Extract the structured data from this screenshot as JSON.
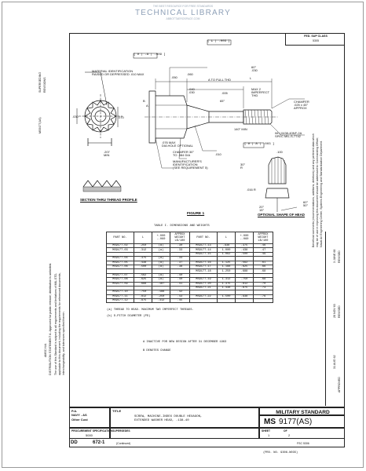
{
  "header": {
    "subtitle": "THE BEST RESOURCE FOR FREE STANDARDS",
    "title": "TECHNICAL LIBRARY",
    "url": "ABBOTTAEROSPACE.COM"
  },
  "fsc": {
    "label": "FED. SUP CLASS",
    "value": "5305"
  },
  "notes_left": {
    "spec1": "SUPERSEDING",
    "spec2": "MS9177(AS)",
    "spec3": "AMSC N/A",
    "spec4": "REVISIONS",
    "dist": "DISTRIBUTION STATEMENT A.  Approved for public release; distribution is unlimited.",
    "liability1": "The use of this Standard is subject to all requirements and limitations of MIL-STD-",
    "liability2": "applicable to this document, including the requirements for referenced documents,",
    "liability3": "interchangeability, and tolerances specified therein."
  },
  "notes_right": {
    "n1": "Beneficial comments (recommendations, additions, deletions) and any pertinent data which",
    "n2": "may be of use in improving this document should be addressed to: Commanding Officer,",
    "n3": "Naval Air Engineering Center, Systems Engineering and Standardization Department."
  },
  "drawing": {
    "tol_top": "[ ⊥ | .003 ]",
    "tol_mid": "[ ⊘ | .A | .009 ]",
    "tol_right": "[ ⊘ | A | .003 ]",
    "material_note": "MATERIAL IDENTIFICATION",
    "material_note2": "RAISED OR DEPRESSED .010 MAX",
    "d_dia": ".030",
    "d_hex": ".070",
    "d_b": "B",
    "d_a": "A",
    "d_050": ".050",
    "d_060": ".060",
    "d_aft": "A TO FULL THD",
    "d_l": "L",
    "d_040": ".040",
    "d_030": ".030",
    "d_005": ".005",
    "d_max2": "MAX 2",
    "d_imperfect": "IMPERFECT",
    "d_thd": "THD",
    "d_chamfer": "CHAMFER",
    "d_chamfer2": ".025 x 45°",
    "d_approx": "APPROX",
    "d_140": "140° MIN",
    "d_angle_top": "60°",
    "d_angle_60": "60°",
    "d_angle_65": "65°",
    "d_drill": ".076 MAX",
    "d_drill2": "DIA HOLE OPTIONAL",
    "d_chamfer3": "CHAMFER 30°",
    "d_chamfer4": "TO .084 DIA",
    "d_mfr1": "MANUFACTURER'S",
    "d_mfr2": "IDENTIFICATION",
    "d_mfr3": "(SEE REQUIREMENT 5)",
    "d_thread1": "08 (.0438-40NF-2A",
    "d_thread2": "SPEC MIL-S-7742",
    "d_207": ".207",
    "d_min": "MIN",
    "d_010": ".010",
    "d_30": "30°",
    "d_r": "R",
    "d_head1": ".100",
    "d_head2": ".016 R",
    "d_head3": "60°",
    "d_head4": "50°",
    "d_head5": "20°",
    "d_head6": "15°",
    "section_label": "SECTION THRU THREAD PROFILE",
    "optional_label": "OPTIONAL SHAPE OF HEAD",
    "figure_label": "FIGURE 1"
  },
  "table": {
    "caption": "TABLE I.  DIMENSIONS AND WEIGHTS",
    "headers": [
      "PART NO.",
      "L",
      "+.000\n-.060",
      "APPROX\nWEIGHT\nLB/100",
      "PART NO.",
      "L",
      "+.000\n-.060",
      "APPROX\nWEIGHT\nLB/100"
    ],
    "rows": [
      [
        "MS9177-02",
        ".250",
        "(a)",
        ".30",
        "MS9177-13",
        ".938",
        ".375",
        ".46"
      ],
      [
        "MS9177-03",
        ".312",
        "(a)",
        ".33",
        "MS9177-14",
        "1.000",
        ".438",
        ".47"
      ],
      [
        "",
        "",
        "",
        "",
        "MS9177-15",
        "1.062",
        ".500",
        ".49"
      ],
      [
        "MS9177-04",
        ".375",
        "(a)",
        ".34",
        "",
        "",
        "",
        ""
      ],
      [
        "MS9177-05",
        ".438",
        "(a)",
        ".37",
        "MS9177-16",
        "1.125",
        ".562",
        ".61"
      ],
      [
        "MS9177-06",
        ".500",
        "(a)",
        ".38",
        "MS9177-17",
        "1.188",
        ".625",
        ".66"
      ],
      [
        "",
        "",
        "",
        "",
        "MS9177-18",
        "1.250",
        ".688",
        ".68"
      ],
      [
        "MS9177-07",
        ".562",
        "(a)",
        ".40",
        "",
        "",
        "",
        ""
      ],
      [
        "MS9177-08",
        ".625",
        "(a)",
        ".40",
        "MS9177-19",
        "1.312",
        ".750",
        ".68"
      ],
      [
        "MS9177-09",
        ".688",
        ".187",
        ".41",
        "MS9177-20",
        "1.375",
        ".812",
        ".70"
      ],
      [
        "",
        "",
        "",
        "",
        "MS9177-21",
        "1.438",
        ".875",
        ".73"
      ],
      [
        "MS9177-10",
        ".750",
        ".188",
        ".42",
        "",
        "",
        "",
        ""
      ],
      [
        "MS9177-11",
        ".812",
        ".250",
        ".43",
        "MS9177-22",
        "1.500",
        ".938",
        ".76"
      ],
      [
        "MS9177-12",
        ".875",
        ".312",
        ".45",
        "",
        "",
        "",
        ""
      ]
    ],
    "note_a": "(a)  THREAD TO HEAD.  MAXIMUM TWO IMPERFECT THREADS.",
    "note_b": "(b)  D-PITCH DIAMETER (PD)"
  },
  "footnotes": {
    "a": "A    INACTIVE FOR NEW DESIGN AFTER 31 DECEMBER 1963",
    "b": "B    DENOTES CHANGE"
  },
  "revision_strip": {
    "r1": "APPROVED",
    "r2": "31 AUG 62",
    "r3": "REVISED",
    "r4": "28 NOV 63",
    "r5": "REVISED",
    "r6": "3 JUNE 68"
  },
  "title_block": {
    "pa_label": "P.A.",
    "pa_value": "NAVY - AS",
    "other_label": "Other Cust",
    "title_label": "TITLE",
    "title1": "SCREW, MACHINE-INDEX DOUBLE HEXAGON,",
    "title2": "EXTENDED WASHER HEAD, .138-40",
    "mil_std": "MILITARY STANDARD",
    "ms_prefix": "MS",
    "ms_number": "9177(AS)",
    "proc_label": "PROCUREMENT SPECIFICATION",
    "proc_value": "5000",
    "supersedes": "SUPERSEDES",
    "sheet_label": "SHEET",
    "sheet_value": "1",
    "of_label": "OF",
    "of_value": "2",
    "dd_form": "DD",
    "dd_number": "672-1",
    "dd_note": "(Continued)",
    "fsc_note": "FSC 5306",
    "print_note": "(PRO. NO. 9306-N035)"
  }
}
